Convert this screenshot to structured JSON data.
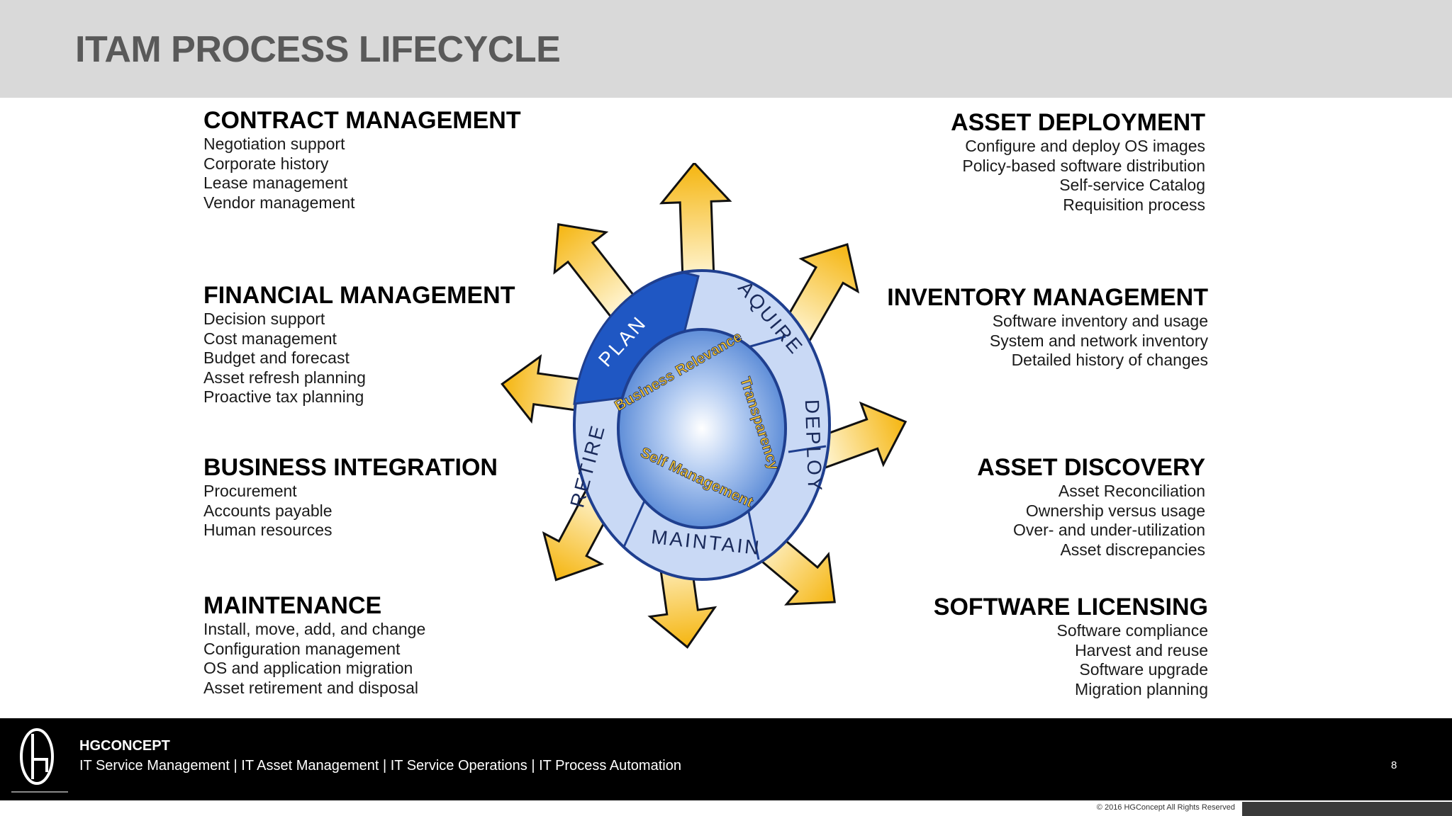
{
  "title": "ITAM PROCESS LIFECYCLE",
  "sections": {
    "contract": {
      "heading": "CONTRACT MANAGEMENT",
      "items": [
        "Negotiation support",
        "Corporate history",
        "Lease management",
        "Vendor management"
      ]
    },
    "financial": {
      "heading": "FINANCIAL MANAGEMENT",
      "items": [
        "Decision support",
        "Cost management",
        "Budget and forecast",
        "Asset refresh planning",
        "Proactive tax planning"
      ]
    },
    "business": {
      "heading": "BUSINESS INTEGRATION",
      "items": [
        "Procurement",
        "Accounts payable",
        "Human resources"
      ]
    },
    "maintenance": {
      "heading": "MAINTENANCE",
      "items": [
        "Install, move, add, and change",
        "Configuration management",
        "OS and application migration",
        "Asset retirement and disposal"
      ]
    },
    "deployment": {
      "heading": "ASSET DEPLOYMENT",
      "items": [
        "Configure and deploy OS images",
        "Policy-based software distribution",
        "Self-service Catalog",
        "Requisition process"
      ]
    },
    "inventory": {
      "heading": "INVENTORY MANAGEMENT",
      "items": [
        "Software inventory and usage",
        "System and network inventory",
        "Detailed history of changes"
      ]
    },
    "discovery": {
      "heading": "ASSET DISCOVERY",
      "items": [
        "Asset Reconciliation",
        "Ownership versus usage",
        "Over- and under-utilization",
        "Asset discrepancies"
      ]
    },
    "licensing": {
      "heading": "SOFTWARE LICENSING",
      "items": [
        "Software compliance",
        "Harvest and reuse",
        "Software upgrade",
        "Migration planning"
      ]
    }
  },
  "cycle": {
    "stages": {
      "plan": "PLAN",
      "aquire": "AQUIRE",
      "deploy": "DEPLOY",
      "maintain": "MAINTAIN",
      "retire": "RETIRE"
    },
    "inner": {
      "relevance": "Business Relevance",
      "transparency": "Transparency",
      "self": "Self Management"
    },
    "colors": {
      "plan": "#1f57c3",
      "ring": "#c9d9f5",
      "arrow": "#f5b50f",
      "core": "#5f8ed8"
    }
  },
  "footer": {
    "brand": "HGCONCEPT",
    "tagline": "IT Service Management | IT Asset Management | IT Service Operations | IT Process Automation",
    "page": "8",
    "copyright": "© 2016 HGConcept All Rights Reserved"
  }
}
